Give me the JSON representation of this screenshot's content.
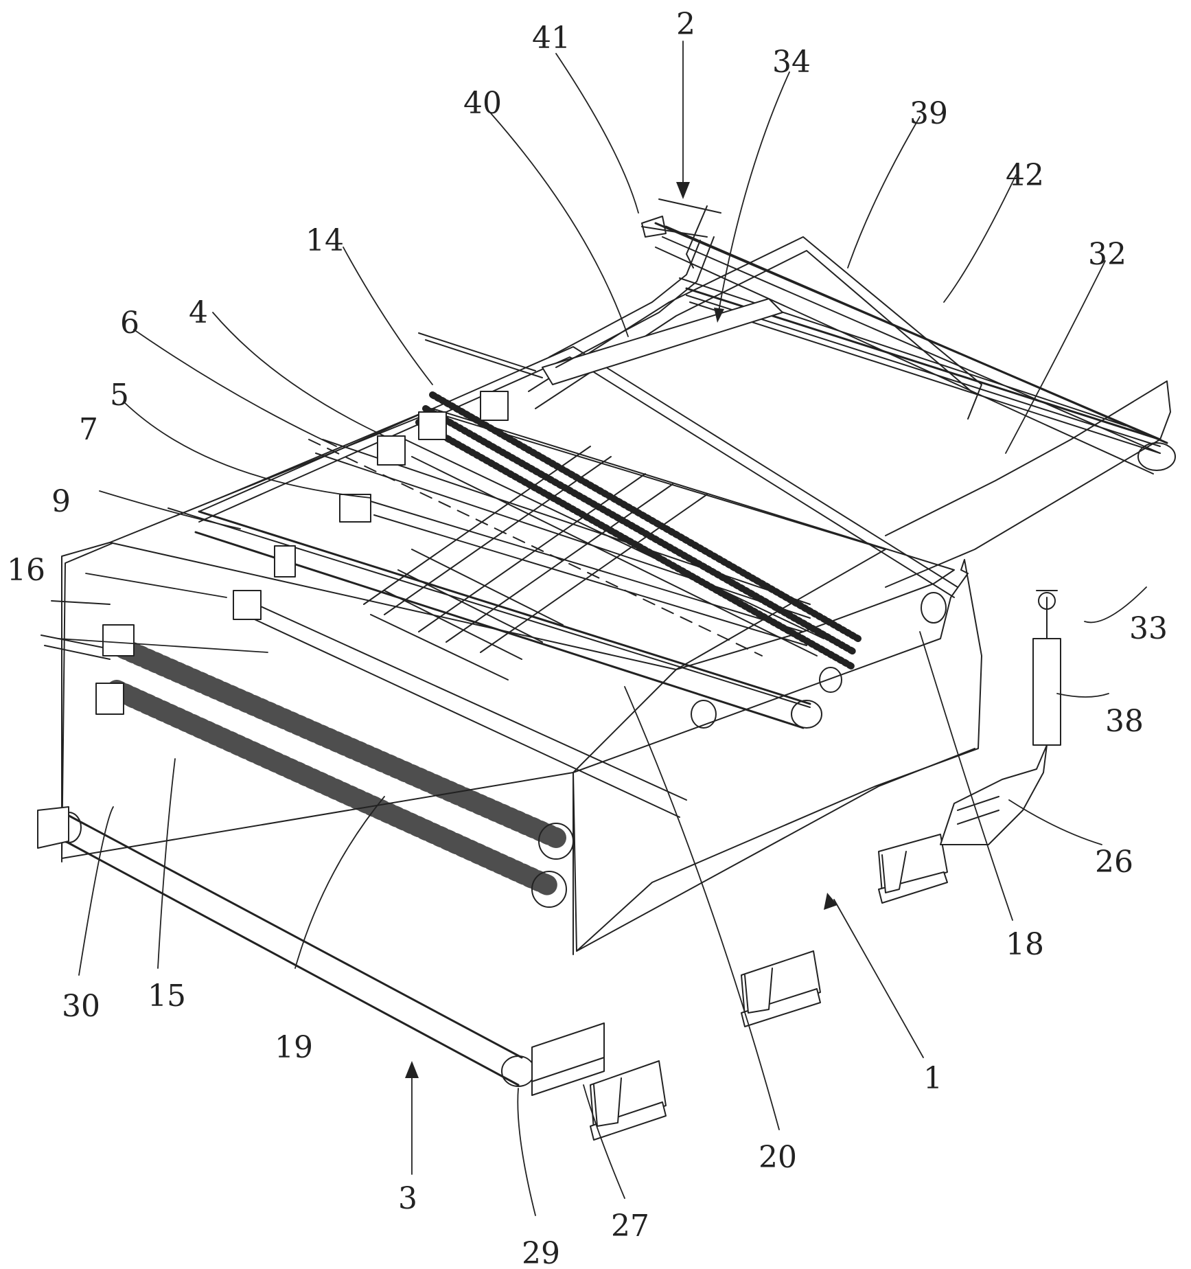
{
  "figure": {
    "labels": [
      "1",
      "2",
      "3",
      "4",
      "5",
      "6",
      "7",
      "9",
      "14",
      "15",
      "16",
      "18",
      "19",
      "20",
      "26",
      "27",
      "29",
      "30",
      "32",
      "33",
      "34",
      "38",
      "39",
      "40",
      "41",
      "42"
    ],
    "ink_color": "#222222",
    "paper_color": "#ffffff"
  }
}
